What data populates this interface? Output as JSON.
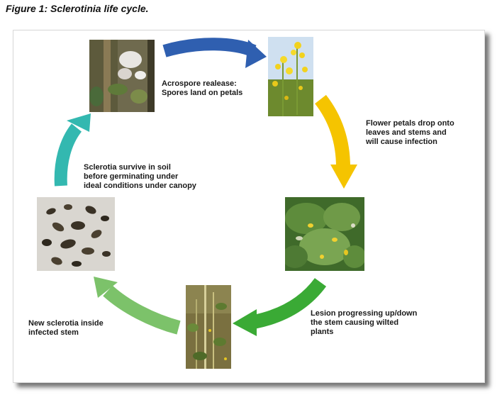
{
  "figure": {
    "title": "Figure 1: Sclerotinia life cycle."
  },
  "stages": [
    {
      "id": "spore-release",
      "lines": [
        "Acrospore realease:",
        "Spores land on petals"
      ]
    },
    {
      "id": "petal-drop",
      "lines": [
        "Flower petals drop onto",
        "leaves and stems and",
        "will cause infection"
      ]
    },
    {
      "id": "lesion",
      "lines": [
        "Lesion progressing up/down",
        "the stem causing wilted",
        "plants"
      ]
    },
    {
      "id": "new-sclerotia",
      "lines": [
        "New sclerotia inside",
        "infected stem"
      ]
    },
    {
      "id": "soil-survival",
      "lines": [
        "Sclerotia survive in soil",
        "before germinating under",
        "ideal conditions under canopy"
      ]
    }
  ],
  "photos": [
    {
      "id": "germinating-sclerotia",
      "depicts": "apothecia on soil among debris"
    },
    {
      "id": "canola-flowers",
      "depicts": "yellow canola flowers against sky"
    },
    {
      "id": "infected-leaves",
      "depicts": "green leaves with fallen yellow petals"
    },
    {
      "id": "infected-stem",
      "depicts": "wilted canola stems in field"
    },
    {
      "id": "sclerotia",
      "depicts": "black sclerotia bodies"
    }
  ],
  "colors": {
    "arrow_blue": "#2f5fb0",
    "arrow_yellow": "#f5c400",
    "arrow_green_dark": "#3aaa35",
    "arrow_green_light": "#7cc26a",
    "arrow_teal": "#33b8b0"
  }
}
